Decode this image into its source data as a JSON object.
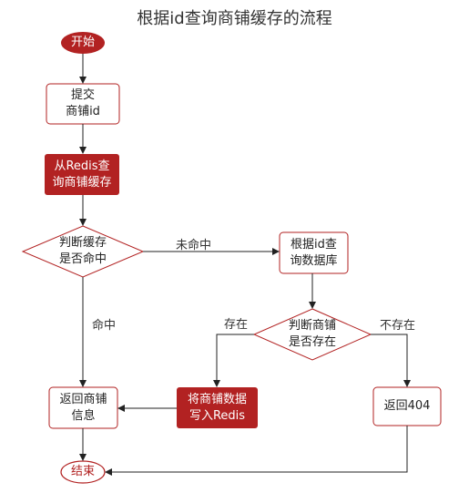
{
  "title": "根据id查询商铺缓存的流程",
  "nodes": {
    "start": "开始",
    "submit": "提交\n商铺id",
    "query_redis": "从Redis查\n询商铺缓存",
    "cache_hit_check": "判断缓存\n是否命中",
    "query_db": "根据id查\n询数据库",
    "exists_check": "判断商铺\n是否存在",
    "write_redis": "将商铺数据\n写入Redis",
    "return_info": "返回商铺\n信息",
    "return_404": "返回404",
    "end": "结束"
  },
  "edges": {
    "miss": "未命中",
    "hit": "命中",
    "exists": "存在",
    "not_exists": "不存在"
  },
  "colors": {
    "accent": "#b22222",
    "node_border": "#b22222",
    "arrow": "#222222"
  }
}
